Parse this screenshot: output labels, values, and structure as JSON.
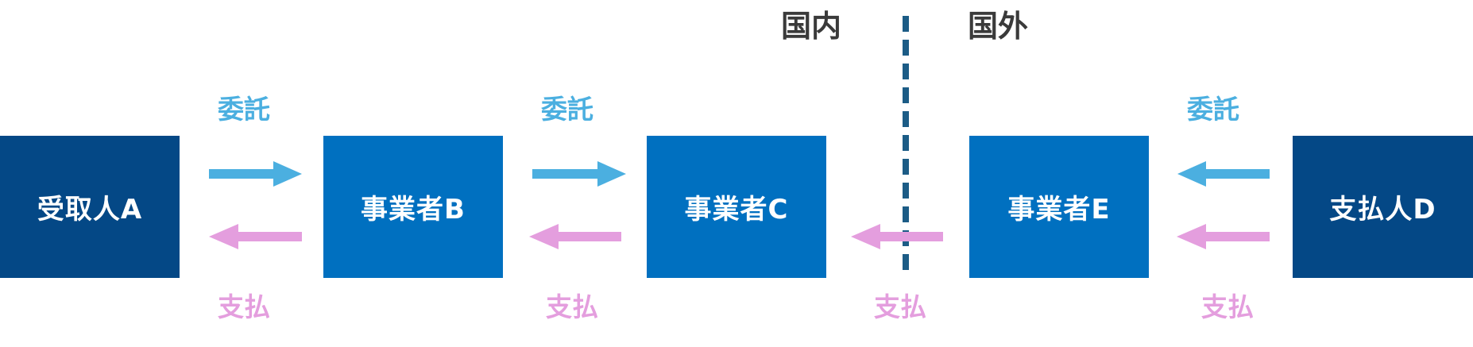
{
  "colors": {
    "party": "#044886",
    "business": "#0070C0",
    "itaku": "#4BAFE0",
    "shiharai": "#E49EDE",
    "border_line": "#1C5C86",
    "region_text": "#3a3a3a"
  },
  "regions": {
    "domestic": "国内",
    "foreign": "国外"
  },
  "nodes": [
    {
      "id": "a",
      "label": "受取人A"
    },
    {
      "id": "b",
      "label": "事業者B"
    },
    {
      "id": "c",
      "label": "事業者C"
    },
    {
      "id": "e",
      "label": "事業者E"
    },
    {
      "id": "d",
      "label": "支払人D"
    }
  ],
  "flows": {
    "itaku_label": "委託",
    "shiharai_label": "支払"
  }
}
